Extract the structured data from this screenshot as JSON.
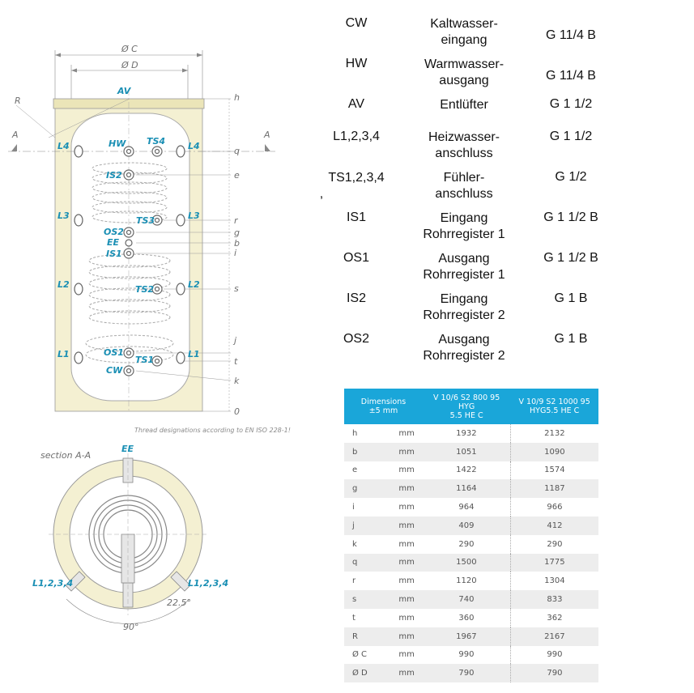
{
  "diagram": {
    "outer_diameter_label": "Ø C",
    "inner_diameter_label": "Ø D",
    "av_label": "AV",
    "r_label": "R",
    "section_marker": "A",
    "hw_label": "HW",
    "ts4_label": "TS4",
    "is2_label": "IS2",
    "ts3_label": "TS3",
    "os2_label": "OS2",
    "ee_label": "EE",
    "is1_label": "IS1",
    "ts2_label": "TS2",
    "os1_label": "OS1",
    "ts1_label": "TS1",
    "cw_label": "CW",
    "l4_label": "L4",
    "l3_label": "L3",
    "l2_label": "L2",
    "l1_label": "L1",
    "level_h": "h",
    "level_q": "q",
    "level_e": "e",
    "level_r": "r",
    "level_g": "g",
    "level_b": "b",
    "level_i": "i",
    "level_s": "s",
    "level_j": "j",
    "level_t": "t",
    "level_k": "k",
    "level_0": "0",
    "thread_note": "Thread designations according to EN ISO 228-1!",
    "section_title": "section A-A",
    "section_ee": "EE",
    "section_l_left": "L1,2,3,4",
    "section_l_right": "L1,2,3,4",
    "angle_small": "22.5°",
    "angle_large": "90°"
  },
  "connections": [
    {
      "code": "CW",
      "desc1": "Kaltwasser-",
      "desc2": "eingang",
      "thread": "G 11/4 B"
    },
    {
      "code": "HW",
      "desc1": "Warmwasser-",
      "desc2": "ausgang",
      "thread": "G 11/4 B"
    },
    {
      "code": "AV",
      "desc1": "Entlüfter",
      "desc2": "",
      "thread": "G 1 1/2"
    },
    {
      "code": "L1,2,3,4",
      "desc1": "Heizwasser-",
      "desc2": "anschluss",
      "thread": "G 1 1/2"
    },
    {
      "code": "TS1,2,3,4",
      "code2": ",",
      "desc1": "Fühler-",
      "desc2": "anschluss",
      "thread": "G 1/2"
    },
    {
      "code": "IS1",
      "desc1": "Eingang",
      "desc2": "Rohrregister 1",
      "thread": "G 1 1/2 B"
    },
    {
      "code": "OS1",
      "desc1": "Ausgang",
      "desc2": "Rohrregister 1",
      "thread": "G 1 1/2 B"
    },
    {
      "code": "IS2",
      "desc1": "Eingang",
      "desc2": "Rohrregister 2",
      "thread": "G 1 B"
    },
    {
      "code": "OS2",
      "desc1": "Ausgang",
      "desc2": "Rohrregister 2",
      "thread": "G 1 B"
    }
  ],
  "dimensions": {
    "header_dim1": "Dimensions",
    "header_dim2": "±5 mm",
    "header_model1a": "V 10/6 S2 800 95 HYG",
    "header_model1b": "5.5 HE C",
    "header_model2a": "V 10/9 S2 1000  95",
    "header_model2b": "HYG5.5 HE C",
    "rows": [
      {
        "key": "h",
        "unit": "mm",
        "v1": "1932",
        "v2": "2132"
      },
      {
        "key": "b",
        "unit": "mm",
        "v1": "1051",
        "v2": "1090"
      },
      {
        "key": "e",
        "unit": "mm",
        "v1": "1422",
        "v2": "1574"
      },
      {
        "key": "g",
        "unit": "mm",
        "v1": "1164",
        "v2": "1187"
      },
      {
        "key": "i",
        "unit": "mm",
        "v1": "964",
        "v2": "966"
      },
      {
        "key": "j",
        "unit": "mm",
        "v1": "409",
        "v2": "412"
      },
      {
        "key": "k",
        "unit": "mm",
        "v1": "290",
        "v2": "290"
      },
      {
        "key": "q",
        "unit": "mm",
        "v1": "1500",
        "v2": "1775"
      },
      {
        "key": "r",
        "unit": "mm",
        "v1": "1120",
        "v2": "1304"
      },
      {
        "key": "s",
        "unit": "mm",
        "v1": "740",
        "v2": "833"
      },
      {
        "key": "t",
        "unit": "mm",
        "v1": "360",
        "v2": "362"
      },
      {
        "key": "R",
        "unit": "mm",
        "v1": "1967",
        "v2": "2167"
      },
      {
        "key": "Ø C",
        "unit": "mm",
        "v1": "990",
        "v2": "990"
      },
      {
        "key": "Ø D",
        "unit": "mm",
        "v1": "790",
        "v2": "790"
      }
    ]
  }
}
